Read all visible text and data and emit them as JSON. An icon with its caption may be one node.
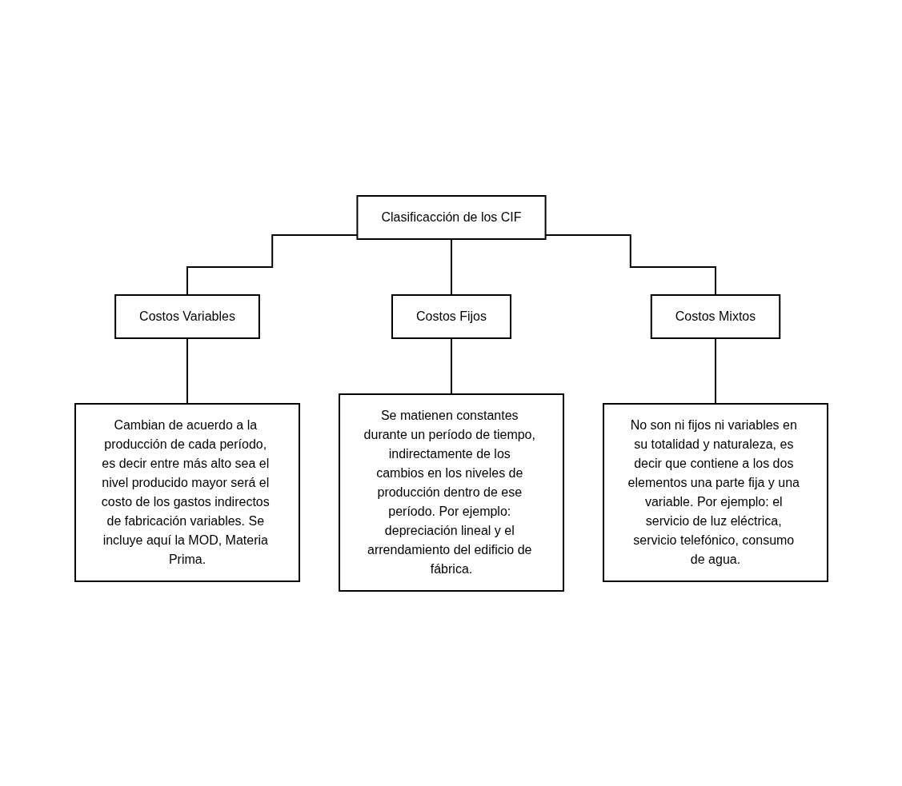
{
  "diagram": {
    "nodes": [
      {
        "text": [
          "Clasificacción de los CIF"
        ]
      },
      {
        "text": [
          "Costos Variables"
        ]
      },
      {
        "text": [
          "Costos Fijos"
        ]
      },
      {
        "text": [
          "Costos Mixtos"
        ]
      },
      {
        "text": [
          "Cambian de acuerdo a la producción de cada período, es decir entre más alto sea el nivel producido mayor será el costo de los gastos indirectos de fabricación variables. Se incluye aquí la MOD, Materia Prima."
        ]
      },
      {
        "text": [
          "Se matienen constantes durante un período de tiempo, indirectamente de los cambios en los niveles de producción dentro de ese período. Por ejemplo: depreciación lineal y el arrendamiento del edificio de fábrica."
        ]
      },
      {
        "text": [
          "No son ni fijos ni variables en su totalidad y naturaleza, es decir que contiene a los dos elementos una parte fija y una variable. Por ejemplo: el servicio de luz eléctrica, servicio telefónico, consumo de agua."
        ]
      }
    ],
    "edges": [
      {
        "from": 0,
        "to": 1,
        "arrow": "none"
      },
      {
        "from": 0,
        "to": 2,
        "arrow": "none"
      },
      {
        "from": 0,
        "to": 3,
        "arrow": "none"
      },
      {
        "from": 1,
        "to": 4,
        "arrow": "none"
      },
      {
        "from": 2,
        "to": 5,
        "arrow": "none"
      },
      {
        "from": 3,
        "to": 6,
        "arrow": "none"
      }
    ]
  }
}
